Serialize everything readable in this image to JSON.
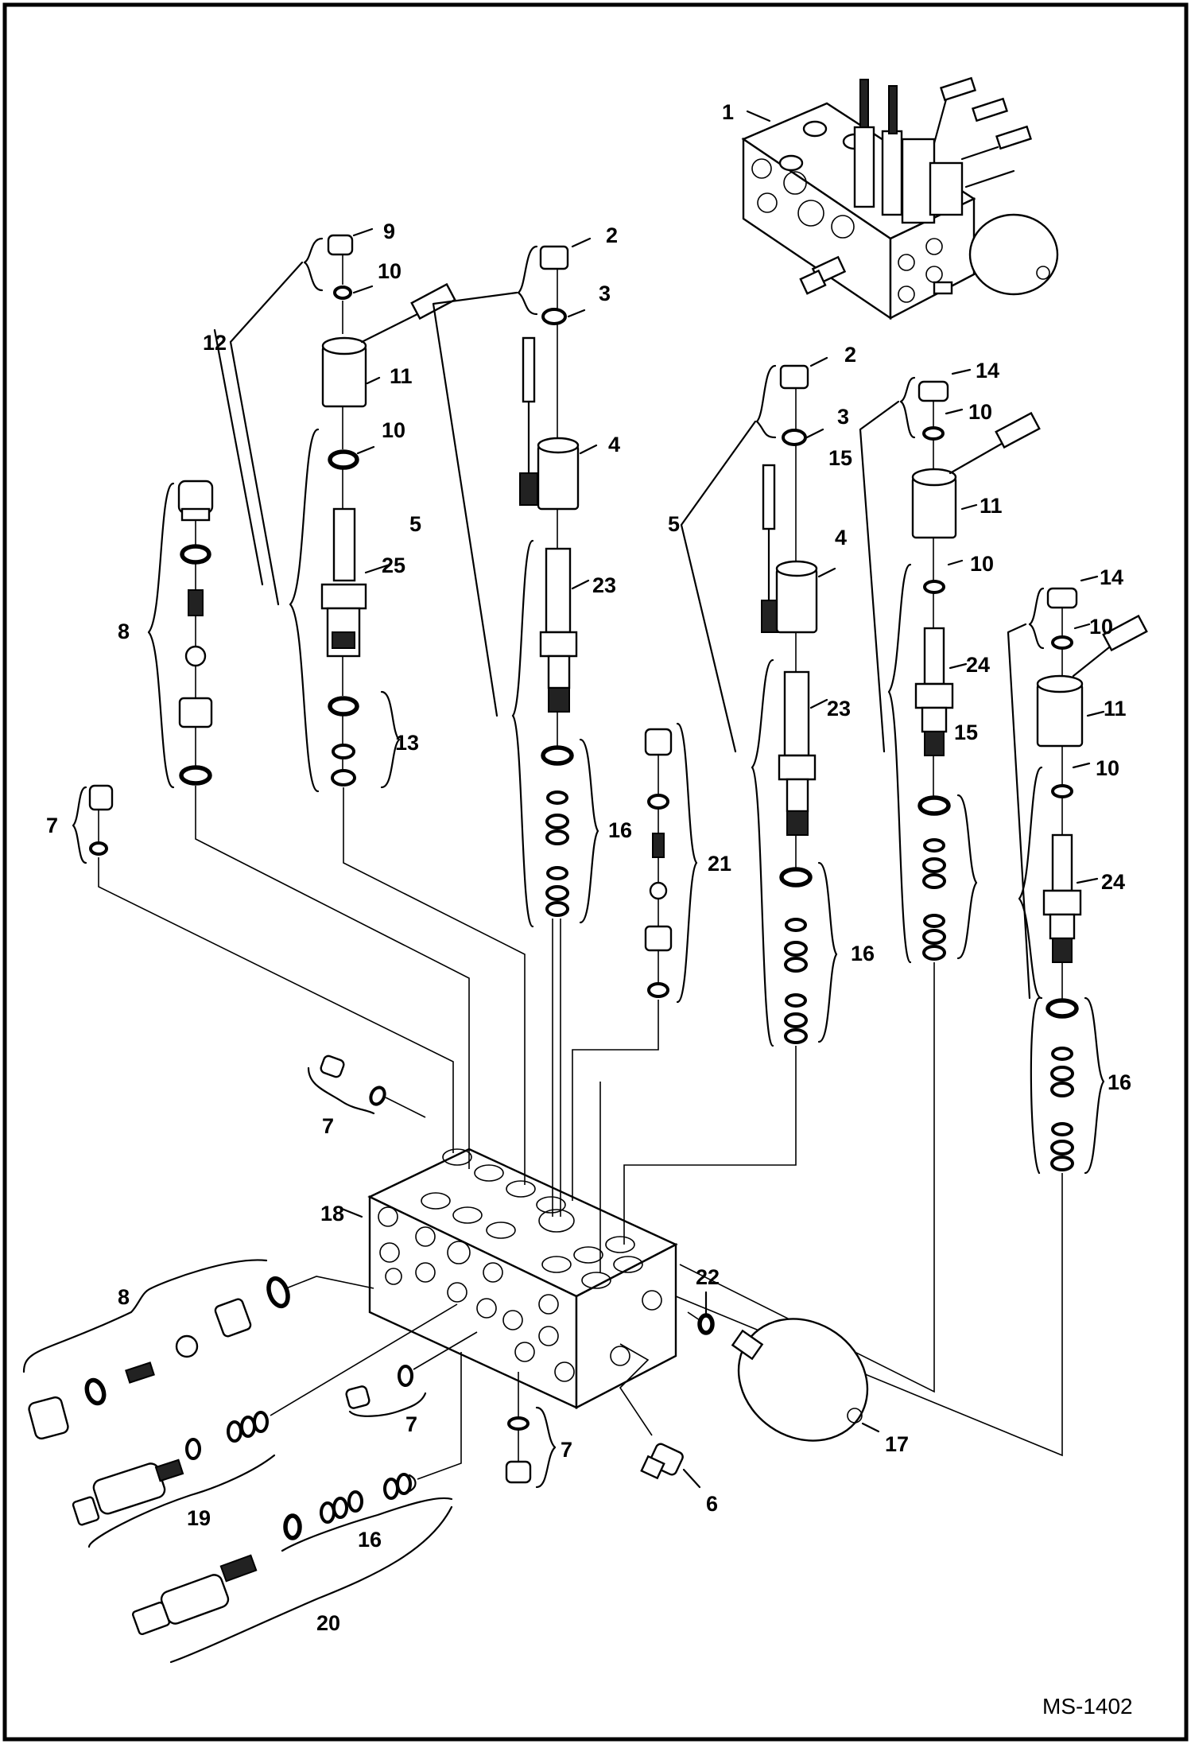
{
  "drawing_code": "MS-1402",
  "callouts": [
    "1",
    "2",
    "3",
    "4",
    "5",
    "6",
    "7",
    "8",
    "9",
    "10",
    "11",
    "12",
    "13",
    "14",
    "15",
    "16",
    "17",
    "18",
    "19",
    "20",
    "21",
    "22",
    "23",
    "24",
    "25"
  ]
}
